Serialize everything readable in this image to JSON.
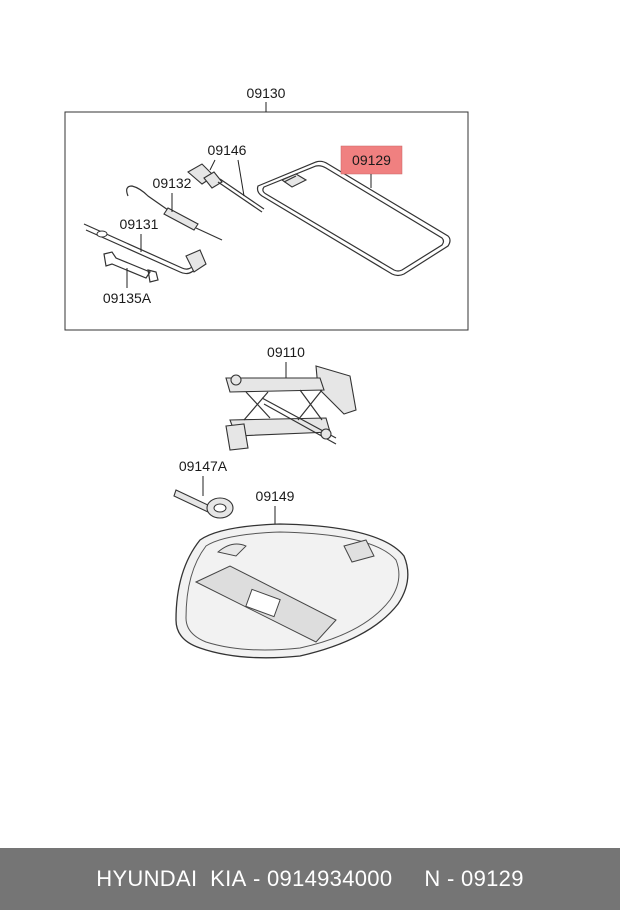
{
  "callouts": {
    "kit": "09130",
    "bag": "09129",
    "rod": "09146",
    "handle": "09132",
    "wrench": "09131",
    "spanner": "09135A",
    "jack": "09110",
    "hook": "09147A",
    "tray": "09149"
  },
  "highlight_color": "#f08080",
  "footer": {
    "brand": "HYUNDAI  KIA",
    "part_number": "0914934000",
    "ref": "N - 09129"
  }
}
